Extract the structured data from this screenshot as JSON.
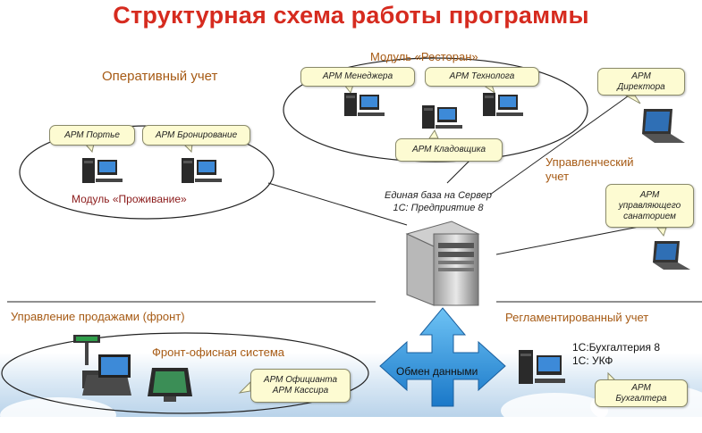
{
  "title": "Структурная схема работы программы",
  "sections": {
    "restaurant": "Модуль «Ресторан»",
    "operational": "Оперативный учет",
    "management": "Управленческий учет",
    "sales": "Управление продажами (фронт)",
    "front_office": "Фронт-офисная система",
    "regulated": "Регламентированный учет",
    "accommodation": "Модуль «Проживание»",
    "exchange": "Обмен данными"
  },
  "callouts": {
    "manager": "АРМ Менеджера",
    "technologist": "АРМ Технолога",
    "storekeeper": "АРМ Кладовщика",
    "porter": "АРМ Портье",
    "booking": "АРМ Бронирование",
    "director": "АРМ Директора",
    "sanatorium": "АРМ управляющего санаторием",
    "waiter": "АРМ Официанта",
    "cashier": "АРМ Кассира",
    "accountant": "АРМ Бухгалтера"
  },
  "database": {
    "line1": "Единая база на Сервер",
    "line2": "1С: Предприятие 8"
  },
  "accounting": {
    "line1": "1С:Бухгалтерия 8",
    "line2": "1С: УКФ"
  },
  "colors": {
    "title": "#d62b1f",
    "section": "#a65a14",
    "module": "#8b1a1a",
    "arrow": "#2b8fd8",
    "callout_bg": "#fdfbd2"
  }
}
